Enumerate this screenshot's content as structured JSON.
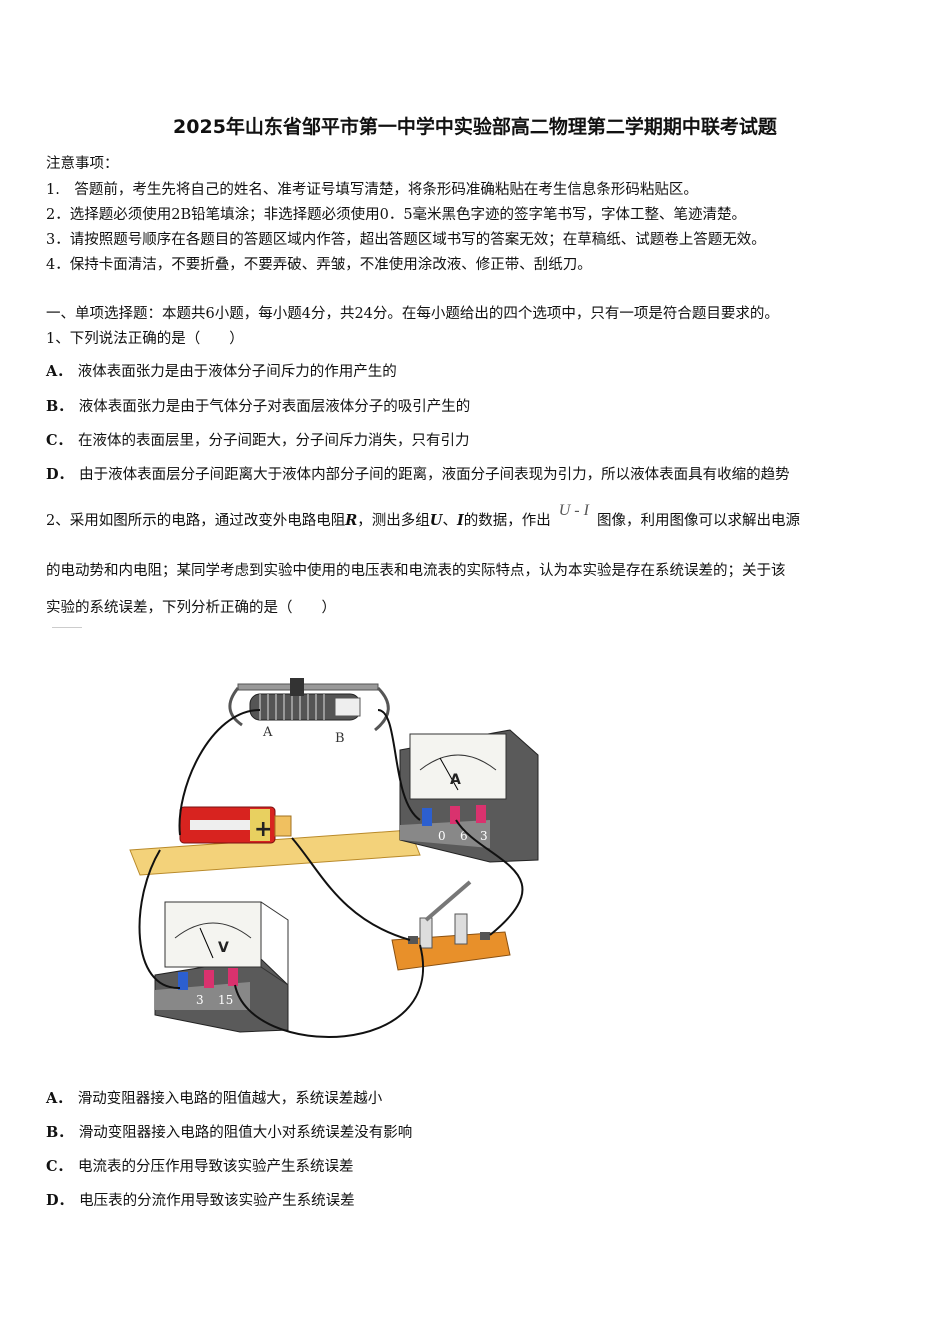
{
  "title": "2025年山东省邹平市第一中学中实验部高二物理第二学期期中联考试题",
  "notice": {
    "heading": "注意事项：",
    "items": [
      "1.　答题前，考生先将自己的姓名、准考证号填写清楚，将条形码准确粘贴在考生信息条形码粘贴区。",
      "2．选择题必须使用2B铅笔填涂；非选择题必须使用0．5毫米黑色字迹的签字笔书写，字体工整、笔迹清楚。",
      "3．请按照题号顺序在各题目的答题区域内作答，超出答题区域书写的答案无效；在草稿纸、试题卷上答题无效。",
      "4．保持卡面清洁，不要折叠，不要弄破、弄皱，不准使用涂改液、修正带、刮纸刀。"
    ]
  },
  "section1": "一、单项选择题：本题共6小题，每小题4分，共24分。在每小题给出的四个选项中，只有一项是符合题目要求的。",
  "q1": {
    "stem": "1、下列说法正确的是（　　）",
    "options": [
      {
        "label": "A．",
        "text": "液体表面张力是由于液体分子间斥力的作用产生的"
      },
      {
        "label": "B．",
        "text": "液体表面张力是由于气体分子对表面层液体分子的吸引产生的"
      },
      {
        "label": "C．",
        "text": "在液体的表面层里，分子间距大，分子间斥力消失，只有引力"
      },
      {
        "label": "D．",
        "text": "由于液体表面层分子间距离大于液体内部分子间的距离，液面分子间表现为引力，所以液体表面具有收缩的趋势"
      }
    ]
  },
  "q2": {
    "stem_part1": "2、采用如图所示的电路，通过改变外电路电阻",
    "var_R": "R",
    "stem_part2": "，测出多组",
    "var_U": "U",
    "stem_sep": "、",
    "var_I": "I",
    "stem_part3": "的数据，作出",
    "ui_formula": "U - I",
    "stem_part4": "图像，利用图像可以求解出电源",
    "stem_line2": "的电动势和内电阻；某同学考虑到实验中使用的电压表和电流表的实际特点，认为本实验是存在系统误差的；关于该",
    "stem_line3": "实验的系统误差，下列分析正确的是（　　）",
    "figure": {
      "rheostat_label_a": "A",
      "rheostat_label_b": "B",
      "ammeter_symbol": "A",
      "ammeter_terminals": [
        "0",
        "6",
        "3"
      ],
      "voltmeter_symbol": "V",
      "voltmeter_terminals": [
        "3",
        "15"
      ],
      "battery_plus": "+"
    },
    "options": [
      {
        "label": "A．",
        "text": "滑动变阻器接入电路的阻值越大，系统误差越小"
      },
      {
        "label": "B．",
        "text": "滑动变阻器接入电路的阻值大小对系统误差没有影响"
      },
      {
        "label": "C．",
        "text": "电流表的分压作用导致该实验产生系统误差"
      },
      {
        "label": "D．",
        "text": "电压表的分流作用导致该实验产生系统误差"
      }
    ]
  }
}
